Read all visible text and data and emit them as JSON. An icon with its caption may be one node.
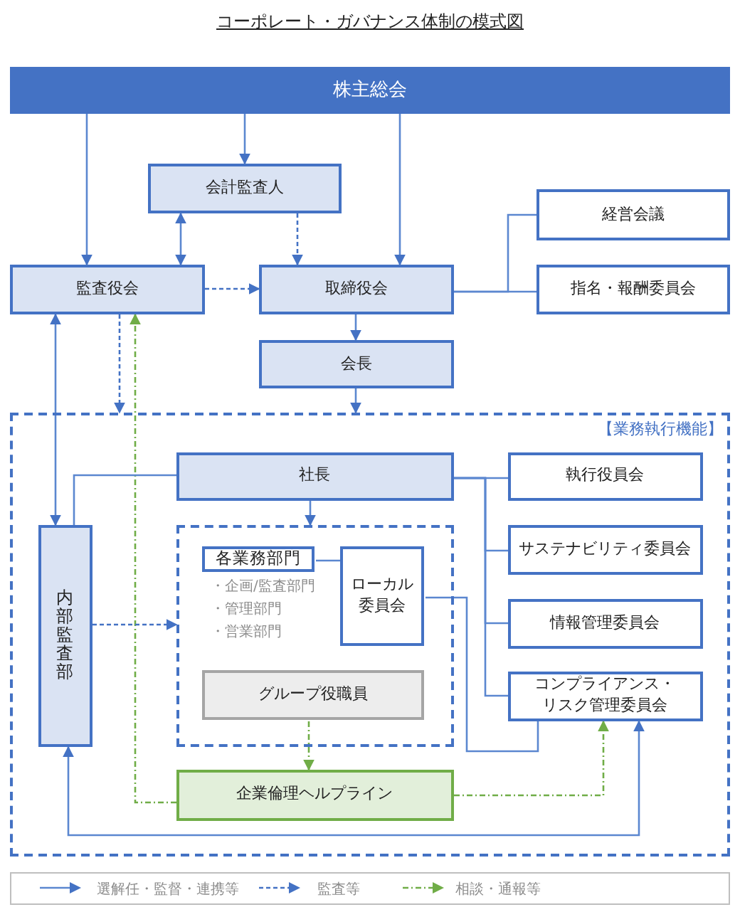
{
  "diagram": {
    "title": "コーポレート・ガバナンス体制の模式図",
    "nodes": [
      {
        "text": [
          "株主総会"
        ]
      },
      {
        "text": [
          "会計監査人"
        ]
      },
      {
        "text": [
          "経営会議"
        ]
      },
      {
        "text": [
          "監査役会"
        ]
      },
      {
        "text": [
          "取締役会"
        ]
      },
      {
        "text": [
          "指名・報酬委員会"
        ]
      },
      {
        "text": [
          "会長"
        ]
      },
      {
        "text": [
          "【業務執行機能】"
        ]
      },
      {
        "text": [
          "社長"
        ],
        "in": 7
      },
      {
        "text": [
          "執行役員会"
        ],
        "in": 7
      },
      {
        "text": [
          "内部監査部"
        ],
        "in": 7
      },
      {
        "text": [],
        "shape": "box",
        "in": 7
      },
      {
        "text": [
          "各業務部門"
        ],
        "beside": [
          "・企画/監査部門",
          "・管理部門",
          "・営業部門"
        ],
        "in": 11
      },
      {
        "text": [
          "ローカル委員会"
        ],
        "in": 11
      },
      {
        "text": [
          "サステナビリティ委員会"
        ],
        "in": 7
      },
      {
        "text": [
          "情報管理委員会"
        ],
        "in": 7
      },
      {
        "text": [
          "グループ役職員"
        ],
        "in": 11
      },
      {
        "text": [
          "コンプライアンス・リスク管理委員会"
        ],
        "in": 7
      },
      {
        "text": [
          "企業倫理ヘルプライン"
        ],
        "in": 7
      }
    ],
    "edges": [
      {
        "from": 0,
        "to": 3,
        "arrow": "to"
      },
      {
        "from": 0,
        "to": 1,
        "arrow": "to"
      },
      {
        "from": 0,
        "to": 4,
        "arrow": "to"
      },
      {
        "from": 1,
        "to": 3,
        "arrow": "both"
      },
      {
        "from": 1,
        "to": 4,
        "arrow": "to",
        "style": "dashed"
      },
      {
        "from": 3,
        "to": 4,
        "arrow": "to",
        "style": "dashed"
      },
      {
        "from": 4,
        "to": 2,
        "arrow": "none"
      },
      {
        "from": 4,
        "to": 5,
        "arrow": "none"
      },
      {
        "from": 4,
        "to": 6,
        "arrow": "to"
      },
      {
        "from": 6,
        "to": 7,
        "arrow": "to"
      },
      {
        "from": 3,
        "to": 7,
        "arrow": "to",
        "style": "dashed"
      },
      {
        "from": 18,
        "to": 3,
        "arrow": "to",
        "style": "dashed",
        "color": "#70ad47"
      },
      {
        "from": 3,
        "to": 10,
        "arrow": "both"
      },
      {
        "from": 8,
        "to": 10,
        "arrow": "none"
      },
      {
        "from": 8,
        "to": 11,
        "arrow": "to"
      },
      {
        "from": 8,
        "to": 9,
        "arrow": "none"
      },
      {
        "from": 8,
        "to": 14,
        "arrow": "none"
      },
      {
        "from": 8,
        "to": 15,
        "arrow": "none"
      },
      {
        "from": 8,
        "to": 17,
        "arrow": "none"
      },
      {
        "from": 10,
        "to": 11,
        "arrow": "to",
        "style": "dashed"
      },
      {
        "from": 12,
        "to": 13,
        "arrow": "none"
      },
      {
        "from": 13,
        "to": 17,
        "arrow": "none"
      },
      {
        "from": 16,
        "to": 18,
        "arrow": "to",
        "style": "dashed",
        "color": "#70ad47"
      },
      {
        "from": 18,
        "to": 17,
        "arrow": "to",
        "style": "dashed",
        "color": "#70ad47"
      },
      {
        "from": 10,
        "to": 17,
        "arrow": "both"
      }
    ],
    "legend": [
      {
        "text": "選解任・監督・連携等"
      },
      {
        "text": "監査等"
      },
      {
        "text": "相談・通報等"
      }
    ]
  }
}
